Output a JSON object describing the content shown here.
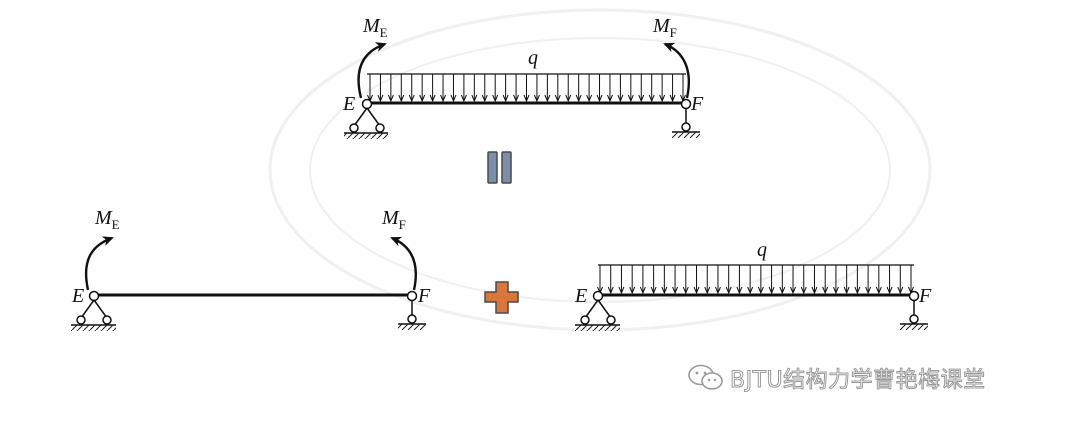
{
  "top_beam": {
    "moment_left": {
      "symbol": "M",
      "subscript": "E"
    },
    "moment_right": {
      "symbol": "M",
      "subscript": "F"
    },
    "load_label": "q",
    "node_left": "E",
    "node_right": "F"
  },
  "bottom_left_beam": {
    "moment_left": {
      "symbol": "M",
      "subscript": "E"
    },
    "moment_right": {
      "symbol": "M",
      "subscript": "F"
    },
    "node_left": "E",
    "node_right": "F"
  },
  "bottom_right_beam": {
    "load_label": "q",
    "node_left": "E",
    "node_right": "F"
  },
  "operators": {
    "equals_color": "#7d8fa8",
    "plus_color": "#d9773a",
    "outline_color": "#4a4a4a"
  },
  "watermark": {
    "icon": "wechat-icon",
    "text": "BJTU结构力学曹艳梅课堂"
  }
}
